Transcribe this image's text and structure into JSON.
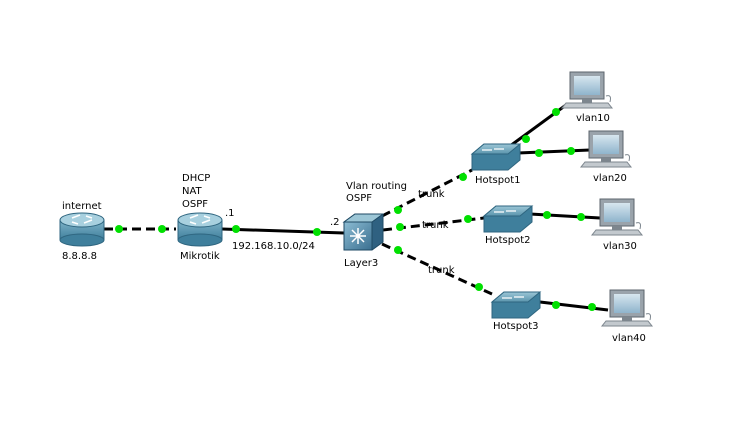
{
  "colors": {
    "link": "#000000",
    "link_light": "#00e000",
    "router_body": "#5f9bb5",
    "router_top": "#9cc8d8",
    "switch_body": "#6ea9c0",
    "l3_body": "#4b86a8",
    "pc_screen": "#a9c8dc",
    "pc_frame": "#9aa3ab"
  },
  "devices": {
    "internet": {
      "name": "internet",
      "ip": "8.8.8.8",
      "icon": "router-icon"
    },
    "mikrotik": {
      "name": "Mikrotik",
      "services": [
        "DHCP",
        "NAT",
        "OSPF"
      ],
      "interface": ".1",
      "icon": "router-icon"
    },
    "network": {
      "label": "192.168.10.0/24"
    },
    "layer3": {
      "name": "Layer3",
      "services": [
        "Vlan routing",
        "OSPF"
      ],
      "interface": ".2",
      "icon": "multilayer-switch-icon"
    },
    "hotspots": [
      {
        "name": "Hotspot1",
        "icon": "switch-icon"
      },
      {
        "name": "Hotspot2",
        "icon": "switch-icon"
      },
      {
        "name": "Hotspot3",
        "icon": "switch-icon"
      }
    ],
    "pcs": [
      {
        "name": "vlan10",
        "icon": "pc-icon"
      },
      {
        "name": "vlan20",
        "icon": "pc-icon"
      },
      {
        "name": "vlan30",
        "icon": "pc-icon"
      },
      {
        "name": "vlan40",
        "icon": "pc-icon"
      }
    ]
  },
  "links": {
    "trunk_labels": [
      "trunk",
      "trunk",
      "trunk"
    ]
  }
}
